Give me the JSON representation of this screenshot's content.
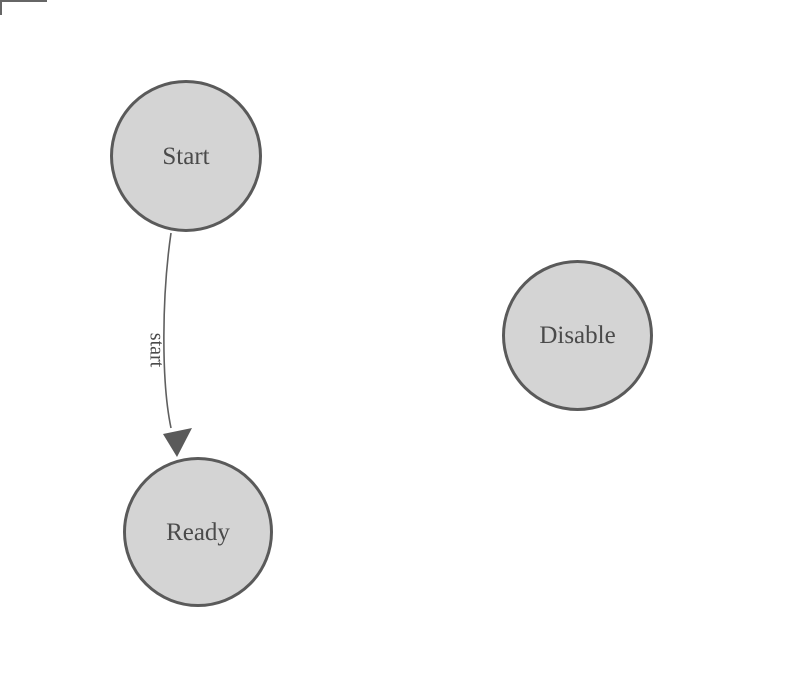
{
  "diagram": {
    "kind": "finite-state-machine",
    "nodes": [
      {
        "id": "start",
        "label": "Start"
      },
      {
        "id": "ready",
        "label": "Ready"
      },
      {
        "id": "disable",
        "label": "Disable"
      }
    ],
    "edges": [
      {
        "from": "Start",
        "to": "Ready",
        "label": "start"
      }
    ],
    "colors": {
      "background": "#ffffff",
      "node_fill": "#d4d4d4",
      "node_border": "#5a5a5a",
      "text": "#4a4a4a",
      "edge": "#5f5f5f",
      "arrowhead": "#5a5a5a",
      "corner_mark": "#666666"
    }
  }
}
